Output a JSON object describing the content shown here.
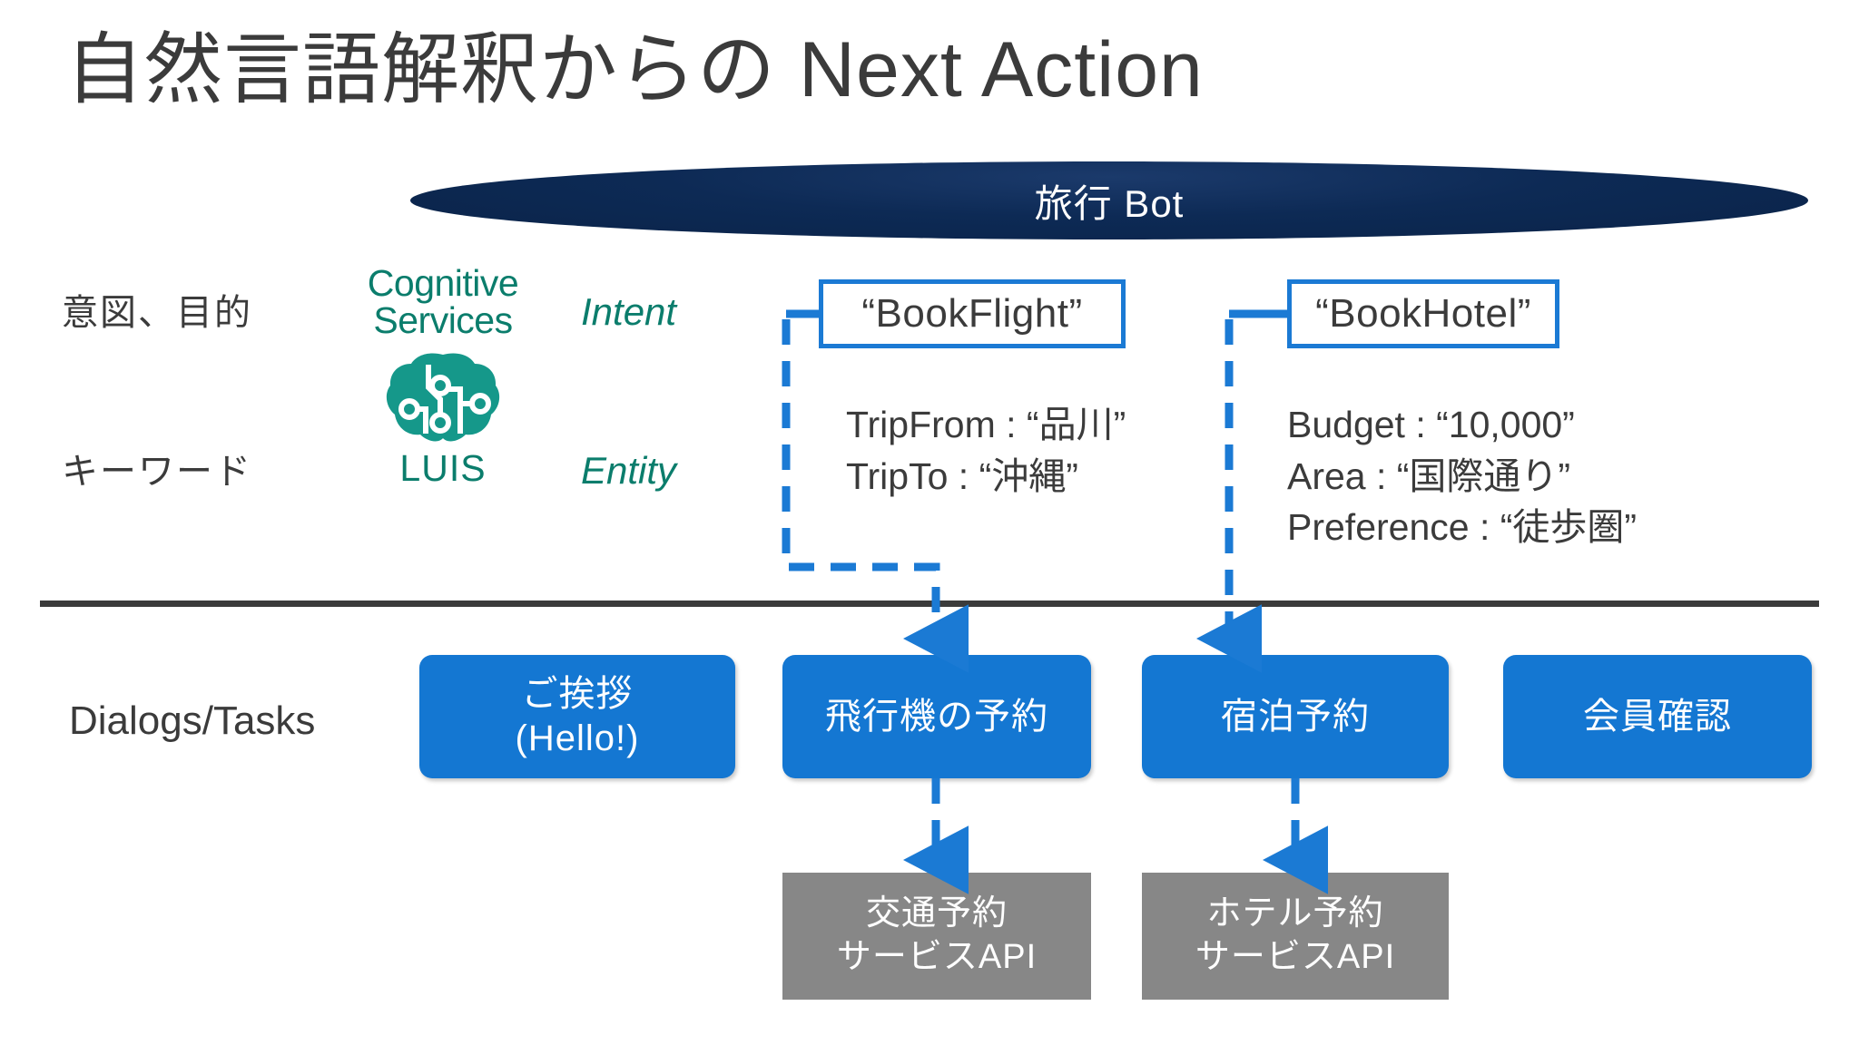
{
  "page_title": "自然言語解釈からの Next Action",
  "bot": {
    "label": "旅行 Bot"
  },
  "row_labels": {
    "intent": "意図、目的",
    "entity": "キーワード",
    "dialogs": "Dialogs/Tasks"
  },
  "cognitive_services": {
    "title_line1": "Cognitive",
    "title_line2": "Services",
    "product": "LUIS",
    "brain_icon": "brain-circuit-icon",
    "color": "#0b7d6c"
  },
  "kinds": {
    "intent": "Intent",
    "entity": "Entity"
  },
  "intents": [
    {
      "name": "intent-bookflight",
      "label": "“BookFlight”",
      "entities": [
        "TripFrom : “品川”",
        "TripTo : “沖縄”"
      ]
    },
    {
      "name": "intent-bookhotel",
      "label": "“BookHotel”",
      "entities": [
        "Budget : “10,000”",
        "Area : “国際通り”",
        "Preference : “徒歩圏”"
      ]
    }
  ],
  "dialogs": [
    {
      "name": "dialog-greeting",
      "line1": "ご挨拶",
      "line2": "(Hello!)"
    },
    {
      "name": "dialog-book-flight",
      "line1": "飛行機の予約",
      "line2": ""
    },
    {
      "name": "dialog-book-hotel",
      "line1": "宿泊予約",
      "line2": ""
    },
    {
      "name": "dialog-member-verify",
      "line1": "会員確認",
      "line2": ""
    }
  ],
  "services": [
    {
      "name": "service-transport-api",
      "line1": "交通予約",
      "line2": "サービスAPI"
    },
    {
      "name": "service-hotel-api",
      "line1": "ホテル予約",
      "line2": "サービスAPI"
    }
  ],
  "colors": {
    "accent_blue": "#1477d2",
    "connector_blue": "#1b7ad4",
    "bot_navy": "#0d2a55",
    "teal": "#0b7d6c",
    "gray_box": "#878787",
    "text_dark": "#3b3b3b"
  }
}
